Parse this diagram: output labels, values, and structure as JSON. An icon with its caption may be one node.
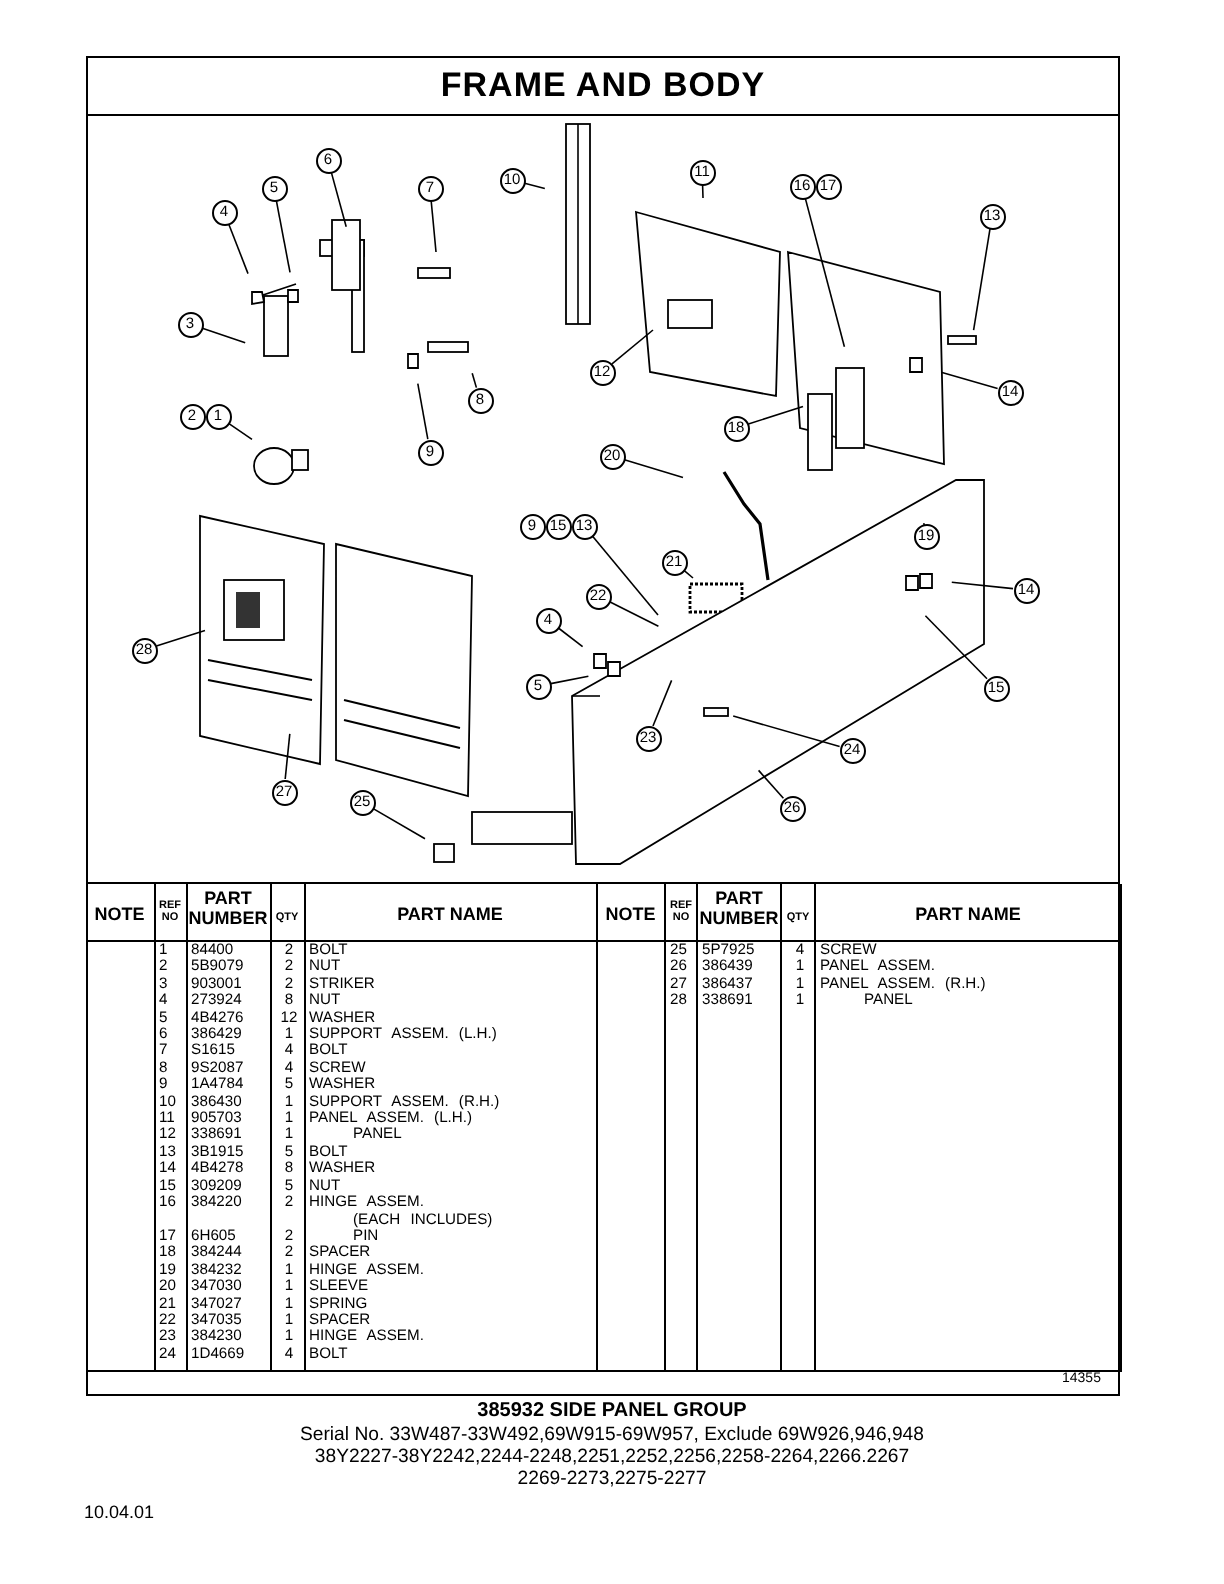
{
  "diagram": {
    "title": "FRAME AND BODY",
    "caption": "385932 SIDE PANEL GROUP",
    "nodes": [
      {
        "text": [
          "6"
        ]
      },
      {
        "text": [
          "5"
        ]
      },
      {
        "text": [
          "4"
        ]
      },
      {
        "text": [
          "7"
        ]
      },
      {
        "text": [
          "10"
        ]
      },
      {
        "text": [
          "11"
        ]
      },
      {
        "text": [
          "16"
        ]
      },
      {
        "text": [
          "17"
        ]
      },
      {
        "text": [
          "13"
        ]
      },
      {
        "text": [
          "3"
        ]
      },
      {
        "text": [
          "8"
        ]
      },
      {
        "text": [
          "9"
        ]
      },
      {
        "text": [
          "12"
        ]
      },
      {
        "text": [
          "14"
        ]
      },
      {
        "text": [
          "18"
        ]
      },
      {
        "text": [
          "2"
        ]
      },
      {
        "text": [
          "1"
        ]
      },
      {
        "text": [
          "20"
        ]
      },
      {
        "text": [
          "19"
        ]
      },
      {
        "text": [
          "9"
        ]
      },
      {
        "text": [
          "15"
        ]
      },
      {
        "text": [
          "13"
        ]
      },
      {
        "text": [
          "21"
        ]
      },
      {
        "text": [
          "22"
        ]
      },
      {
        "text": [
          "14"
        ]
      },
      {
        "text": [
          "4"
        ]
      },
      {
        "text": [
          "28"
        ]
      },
      {
        "text": [
          "5"
        ]
      },
      {
        "text": [
          "15"
        ]
      },
      {
        "text": [
          "23"
        ]
      },
      {
        "text": [
          "24"
        ]
      },
      {
        "text": [
          "27"
        ]
      },
      {
        "text": [
          "25"
        ]
      },
      {
        "text": [
          "26"
        ]
      }
    ],
    "edges": [
      {
        "from": 0,
        "to": null,
        "arrow": "none"
      },
      {
        "from": 1,
        "to": null,
        "arrow": "none"
      },
      {
        "from": 2,
        "to": null,
        "arrow": "none"
      },
      {
        "from": 3,
        "to": null,
        "arrow": "none"
      },
      {
        "from": 4,
        "to": null,
        "arrow": "none"
      },
      {
        "from": 5,
        "to": null,
        "arrow": "none"
      },
      {
        "from": 6,
        "to": null,
        "arrow": "none"
      },
      {
        "from": 8,
        "to": null,
        "arrow": "none"
      },
      {
        "from": 9,
        "to": null,
        "arrow": "none"
      },
      {
        "from": 10,
        "to": null,
        "arrow": "none"
      },
      {
        "from": 11,
        "to": null,
        "arrow": "none"
      },
      {
        "from": 12,
        "to": null,
        "arrow": "none"
      },
      {
        "from": 13,
        "to": null,
        "arrow": "none"
      },
      {
        "from": 14,
        "to": null,
        "arrow": "none"
      },
      {
        "from": 16,
        "to": null,
        "arrow": "none"
      },
      {
        "from": 17,
        "to": null,
        "arrow": "none"
      },
      {
        "from": 18,
        "to": null,
        "arrow": "none"
      },
      {
        "from": 21,
        "to": null,
        "arrow": "none"
      },
      {
        "from": 22,
        "to": null,
        "arrow": "none"
      },
      {
        "from": 23,
        "to": null,
        "arrow": "none"
      },
      {
        "from": 24,
        "to": null,
        "arrow": "none"
      },
      {
        "from": 25,
        "to": null,
        "arrow": "none"
      },
      {
        "from": 26,
        "to": null,
        "arrow": "none"
      },
      {
        "from": 27,
        "to": null,
        "arrow": "none"
      },
      {
        "from": 28,
        "to": null,
        "arrow": "none"
      },
      {
        "from": 29,
        "to": null,
        "arrow": "none"
      },
      {
        "from": 30,
        "to": null,
        "arrow": "none"
      },
      {
        "from": 31,
        "to": null,
        "arrow": "none"
      },
      {
        "from": 32,
        "to": null,
        "arrow": "none"
      },
      {
        "from": 33,
        "to": null,
        "arrow": "none"
      }
    ],
    "labels": [
      "NOTE",
      "REF NO",
      "PART NUMBER",
      "QTY",
      "PART NAME",
      "NOTE",
      "REF NO",
      "PART NUMBER",
      "QTY",
      "PART NAME",
      "1",
      "84400",
      "2",
      "BOLT",
      "2",
      "5B9079",
      "2",
      "NUT",
      "3",
      "903001",
      "2",
      "STRIKER",
      "4",
      "273924",
      "8",
      "NUT",
      "5",
      "4B4276",
      "12",
      "WASHER",
      "6",
      "386429",
      "1",
      "SUPPORT ASSEM. (L.H.)",
      "7",
      "S1615",
      "4",
      "BOLT",
      "8",
      "9S2087",
      "4",
      "SCREW",
      "9",
      "1A4784",
      "5",
      "WASHER",
      "10",
      "386430",
      "1",
      "SUPPORT ASSEM. (R.H.)",
      "11",
      "905703",
      "1",
      "PANEL ASSEM. (L.H.)",
      "12",
      "338691",
      "1",
      "PANEL",
      "13",
      "3B1915",
      "5",
      "BOLT",
      "14",
      "4B4278",
      "8",
      "WASHER",
      "15",
      "309209",
      "5",
      "NUT",
      "16",
      "384220",
      "2",
      "HINGE ASSEM.",
      "(EACH INCLUDES)",
      "17",
      "6H605",
      "2",
      "PIN",
      "18",
      "384244",
      "2",
      "SPACER",
      "19",
      "384232",
      "1",
      "HINGE ASSEM.",
      "20",
      "347030",
      "1",
      "SLEEVE",
      "21",
      "347027",
      "1",
      "SPRING",
      "22",
      "347035",
      "1",
      "SPACER",
      "23",
      "384230",
      "1",
      "HINGE ASSEM.",
      "24",
      "1D4669",
      "4",
      "BOLT",
      "25",
      "5P7925",
      "4",
      "SCREW",
      "26",
      "386439",
      "1",
      "PANEL ASSEM.",
      "27",
      "386437",
      "1",
      "PANEL ASSEM. (R.H.)",
      "28",
      "338691",
      "1",
      "PANEL",
      "14355",
      "Serial No. 33W487-33W492,69W915-69W957, Exclude 69W926,946,948",
      "38Y2227-38Y2242,2244-2248,2251,2252,2256,2258-2264,2266.2267",
      "2269-2273,2275-2277",
      "10.04.01"
    ]
  }
}
